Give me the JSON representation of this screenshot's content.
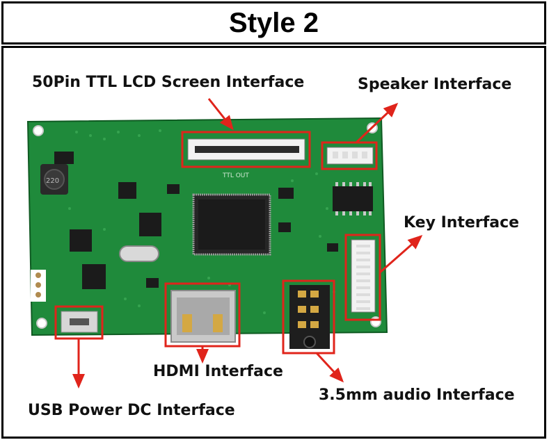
{
  "title": "Style 2",
  "labels": {
    "lcd": "50Pin TTL LCD Screen Interface",
    "speaker": "Speaker Interface",
    "key": "Key Interface",
    "hdmi": "HDMI Interface",
    "audio": "3.5mm audio Interface",
    "usb": "USB Power DC Interface"
  },
  "silkscreen": {
    "ttl_out": "TTL OUT",
    "inductor": "220"
  },
  "colors": {
    "pcb": "#1f8a3b",
    "pcb_dark": "#15702c",
    "highlight": "#e0241b",
    "chip": "#1b1b1b",
    "connector": "#f2f2f2",
    "metal": "#c9c9c9"
  }
}
